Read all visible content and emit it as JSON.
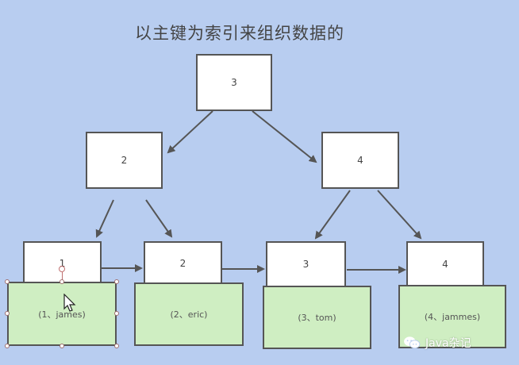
{
  "title": "以主键为索引来组织数据的",
  "root": {
    "label": "3"
  },
  "level2": [
    {
      "label": "2"
    },
    {
      "label": "4"
    }
  ],
  "leaves": [
    {
      "key": "1",
      "data": "(1、james)"
    },
    {
      "key": "2",
      "data": "(2、eric)"
    },
    {
      "key": "3",
      "data": "(3、tom)"
    },
    {
      "key": "4",
      "data": "(4、jammes)"
    }
  ],
  "watermark": {
    "text": "Java杂记",
    "icon": "wechat-icon"
  },
  "colors": {
    "background": "#b8cdf0",
    "leaf_data": "#cfeec2",
    "node": "#ffffff",
    "line": "#555555"
  }
}
